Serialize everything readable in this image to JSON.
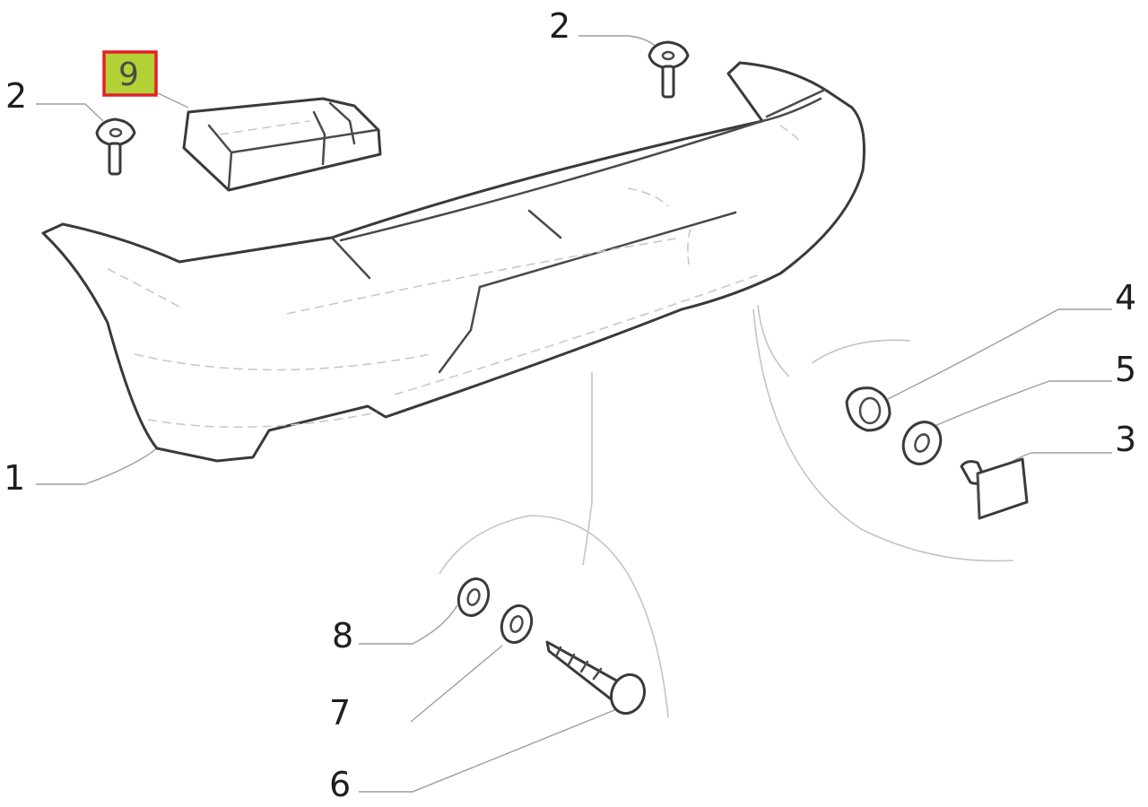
{
  "diagram": {
    "callouts": [
      {
        "id": "c1",
        "label": "1"
      },
      {
        "id": "c2a",
        "label": "2"
      },
      {
        "id": "c2b",
        "label": "2"
      },
      {
        "id": "c3",
        "label": "3"
      },
      {
        "id": "c4",
        "label": "4"
      },
      {
        "id": "c5",
        "label": "5"
      },
      {
        "id": "c6",
        "label": "6"
      },
      {
        "id": "c7",
        "label": "7"
      },
      {
        "id": "c8",
        "label": "8"
      },
      {
        "id": "c9",
        "label": "9"
      }
    ],
    "highlighted_callout": "9",
    "colors": {
      "highlight_fill": "#b2d235",
      "highlight_border": "#e4202a",
      "line_art": "#3a3a3a",
      "leader": "#9e9e9e"
    }
  }
}
